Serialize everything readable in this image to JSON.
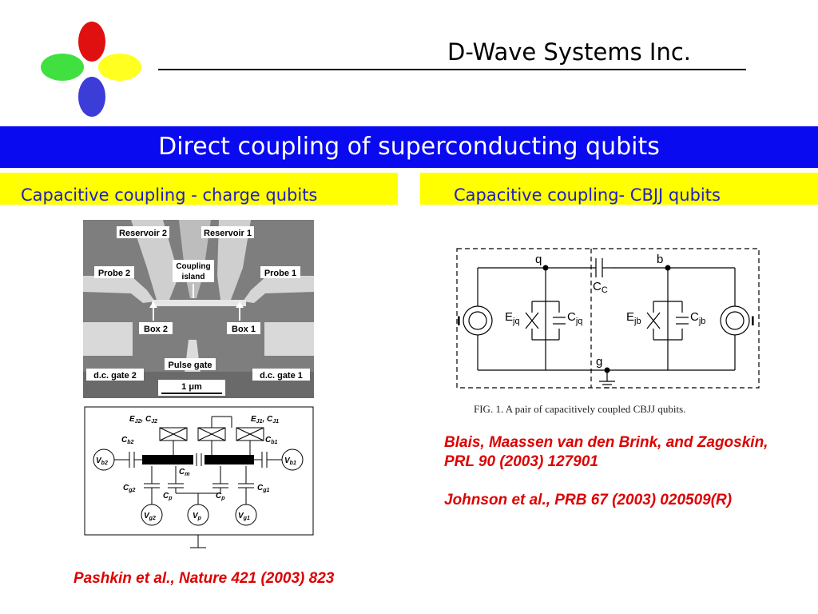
{
  "header": {
    "company": "D-Wave Systems Inc.",
    "title": "Direct coupling of superconducting qubits"
  },
  "logo": {
    "colors": {
      "red": "#e01010",
      "green": "#40e040",
      "yellow": "#ffff20",
      "blue": "#3c3cd8"
    }
  },
  "left_panel": {
    "heading": "Capacitive coupling - charge qubits",
    "micrograph": {
      "reservoir2": "Reservoir 2",
      "reservoir1": "Reservoir 1",
      "probe2": "Probe 2",
      "probe1": "Probe 1",
      "coupling1": "Coupling",
      "coupling2": "island",
      "box2": "Box 2",
      "box1": "Box 1",
      "pulse_gate": "Pulse gate",
      "dc_gate2": "d.c. gate 2",
      "dc_gate1": "d.c. gate 1",
      "scale": "1 μm"
    },
    "circuit": {
      "ej2": "E",
      "ej2_sub": "J2",
      "cj2": "C",
      "cj2_sub": "J2",
      "ej1": "E",
      "ej1_sub": "J1",
      "cj1": "C",
      "cj1_sub": "J1",
      "cb2": "C",
      "cb2_sub": "b2",
      "cb1": "C",
      "cb1_sub": "b1",
      "vb2": "V",
      "vb2_sub": "b2",
      "vb1": "V",
      "vb1_sub": "b1",
      "cm": "C",
      "cm_sub": "m",
      "cg2": "C",
      "cg2_sub": "g2",
      "cg1": "C",
      "cg1_sub": "g1",
      "cp_left": "C",
      "cp_left_sub": "p",
      "cp_right": "C",
      "cp_right_sub": "p",
      "vg2": "V",
      "vg2_sub": "g2",
      "vp": "V",
      "vp_sub": "p",
      "vg1": "V",
      "vg1_sub": "g1"
    },
    "reference": "Pashkin et al., Nature 421 (2003) 823"
  },
  "right_panel": {
    "heading": "Capacitive coupling- CBJJ qubits",
    "circuit": {
      "q": "q",
      "b": "b",
      "g": "g",
      "cc": "C",
      "cc_sub": "C",
      "ejq": "E",
      "ejq_sub": "jq",
      "cjq": "C",
      "cjq_sub": "jq",
      "ejb": "E",
      "ejb_sub": "jb",
      "cjb": "C",
      "cjb_sub": "jb",
      "i_left": "I",
      "i_right": "I"
    },
    "caption": "FIG. 1.    A pair of capacitively coupled CBJJ qubits.",
    "references": [
      "Blais, Maassen van den Brink, and Zagoskin,  PRL 90 (2003) 127901",
      "Johnson et al., PRB 67 (2003) 020509(R)"
    ]
  }
}
